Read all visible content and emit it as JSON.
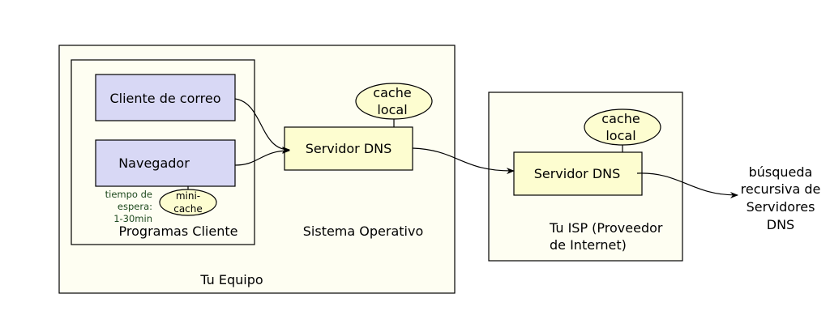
{
  "diagram": {
    "colors": {
      "outer_box_fill": "#fefef2",
      "client_box_fill": "#d8d8f5",
      "dns_box_fill": "#fdfdd0",
      "cache_fill": "#fdfdd0",
      "stroke": "#000000",
      "note_text": "#1f4a1f"
    },
    "tu_equipo": {
      "label": "Tu Equipo",
      "sistema_operativo_label": "Sistema Operativo",
      "programas_cliente": {
        "label": "Programas Cliente",
        "cliente_correo": "Cliente de correo",
        "navegador": "Navegador",
        "timeout_note": [
          "tiempo de",
          "espera:",
          "1-30min"
        ],
        "mini_cache": [
          "mini-",
          "cache"
        ]
      },
      "local_dns": {
        "label": "Servidor DNS",
        "cache": [
          "cache",
          "local"
        ]
      }
    },
    "isp": {
      "label": [
        "Tu ISP (Proveedor",
        "de Internet)"
      ],
      "dns": {
        "label": "Servidor DNS",
        "cache": [
          "cache",
          "local"
        ]
      }
    },
    "recursive_search": [
      "búsqueda",
      "recursiva de",
      "Servidores",
      "DNS"
    ]
  }
}
